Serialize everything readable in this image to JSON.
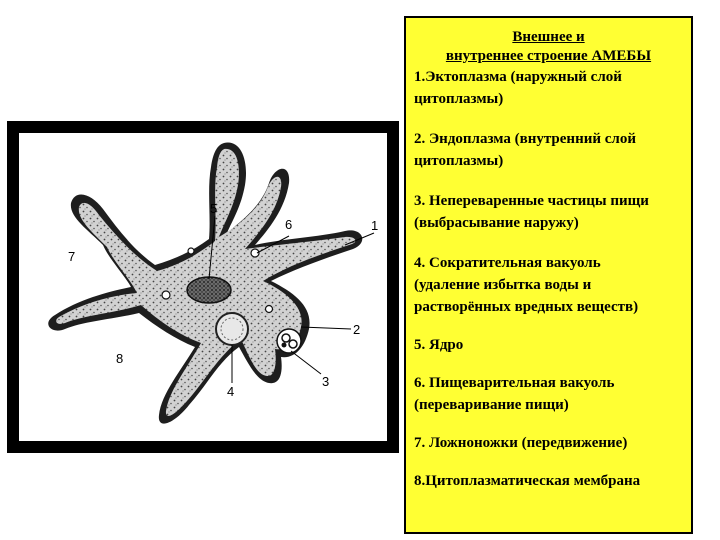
{
  "figure": {
    "labels": {
      "l1": "1",
      "l2": "2",
      "l3": "3",
      "l4": "4",
      "l5": "5",
      "l6": "6",
      "l7": "7",
      "l8": "8"
    }
  },
  "panel": {
    "title_line1": "Внешнее и",
    "title_line2": "внутреннее строение АМЕБЫ",
    "items": [
      "1.Эктоплазма (наружный слой\nцитоплазмы)",
      "2. Эндоплазма (внутренний слой\nцитоплазмы)",
      "3. Непереваренные частицы пищи\n(выбрасывание наружу)",
      "4. Сократительная вакуоль\n(удаление избытка воды и\nрастворённых вредных веществ)",
      "5. Ядро",
      "6. Пищеварительная вакуоль\n(переваривание пищи)",
      "7. Ложноножки (передвижение)",
      "8.Цитоплазматическая мембрана"
    ]
  },
  "colors": {
    "panel_background": "#ffff33",
    "frame": "#000000",
    "amoeba_fill": "#cfcfcf"
  }
}
